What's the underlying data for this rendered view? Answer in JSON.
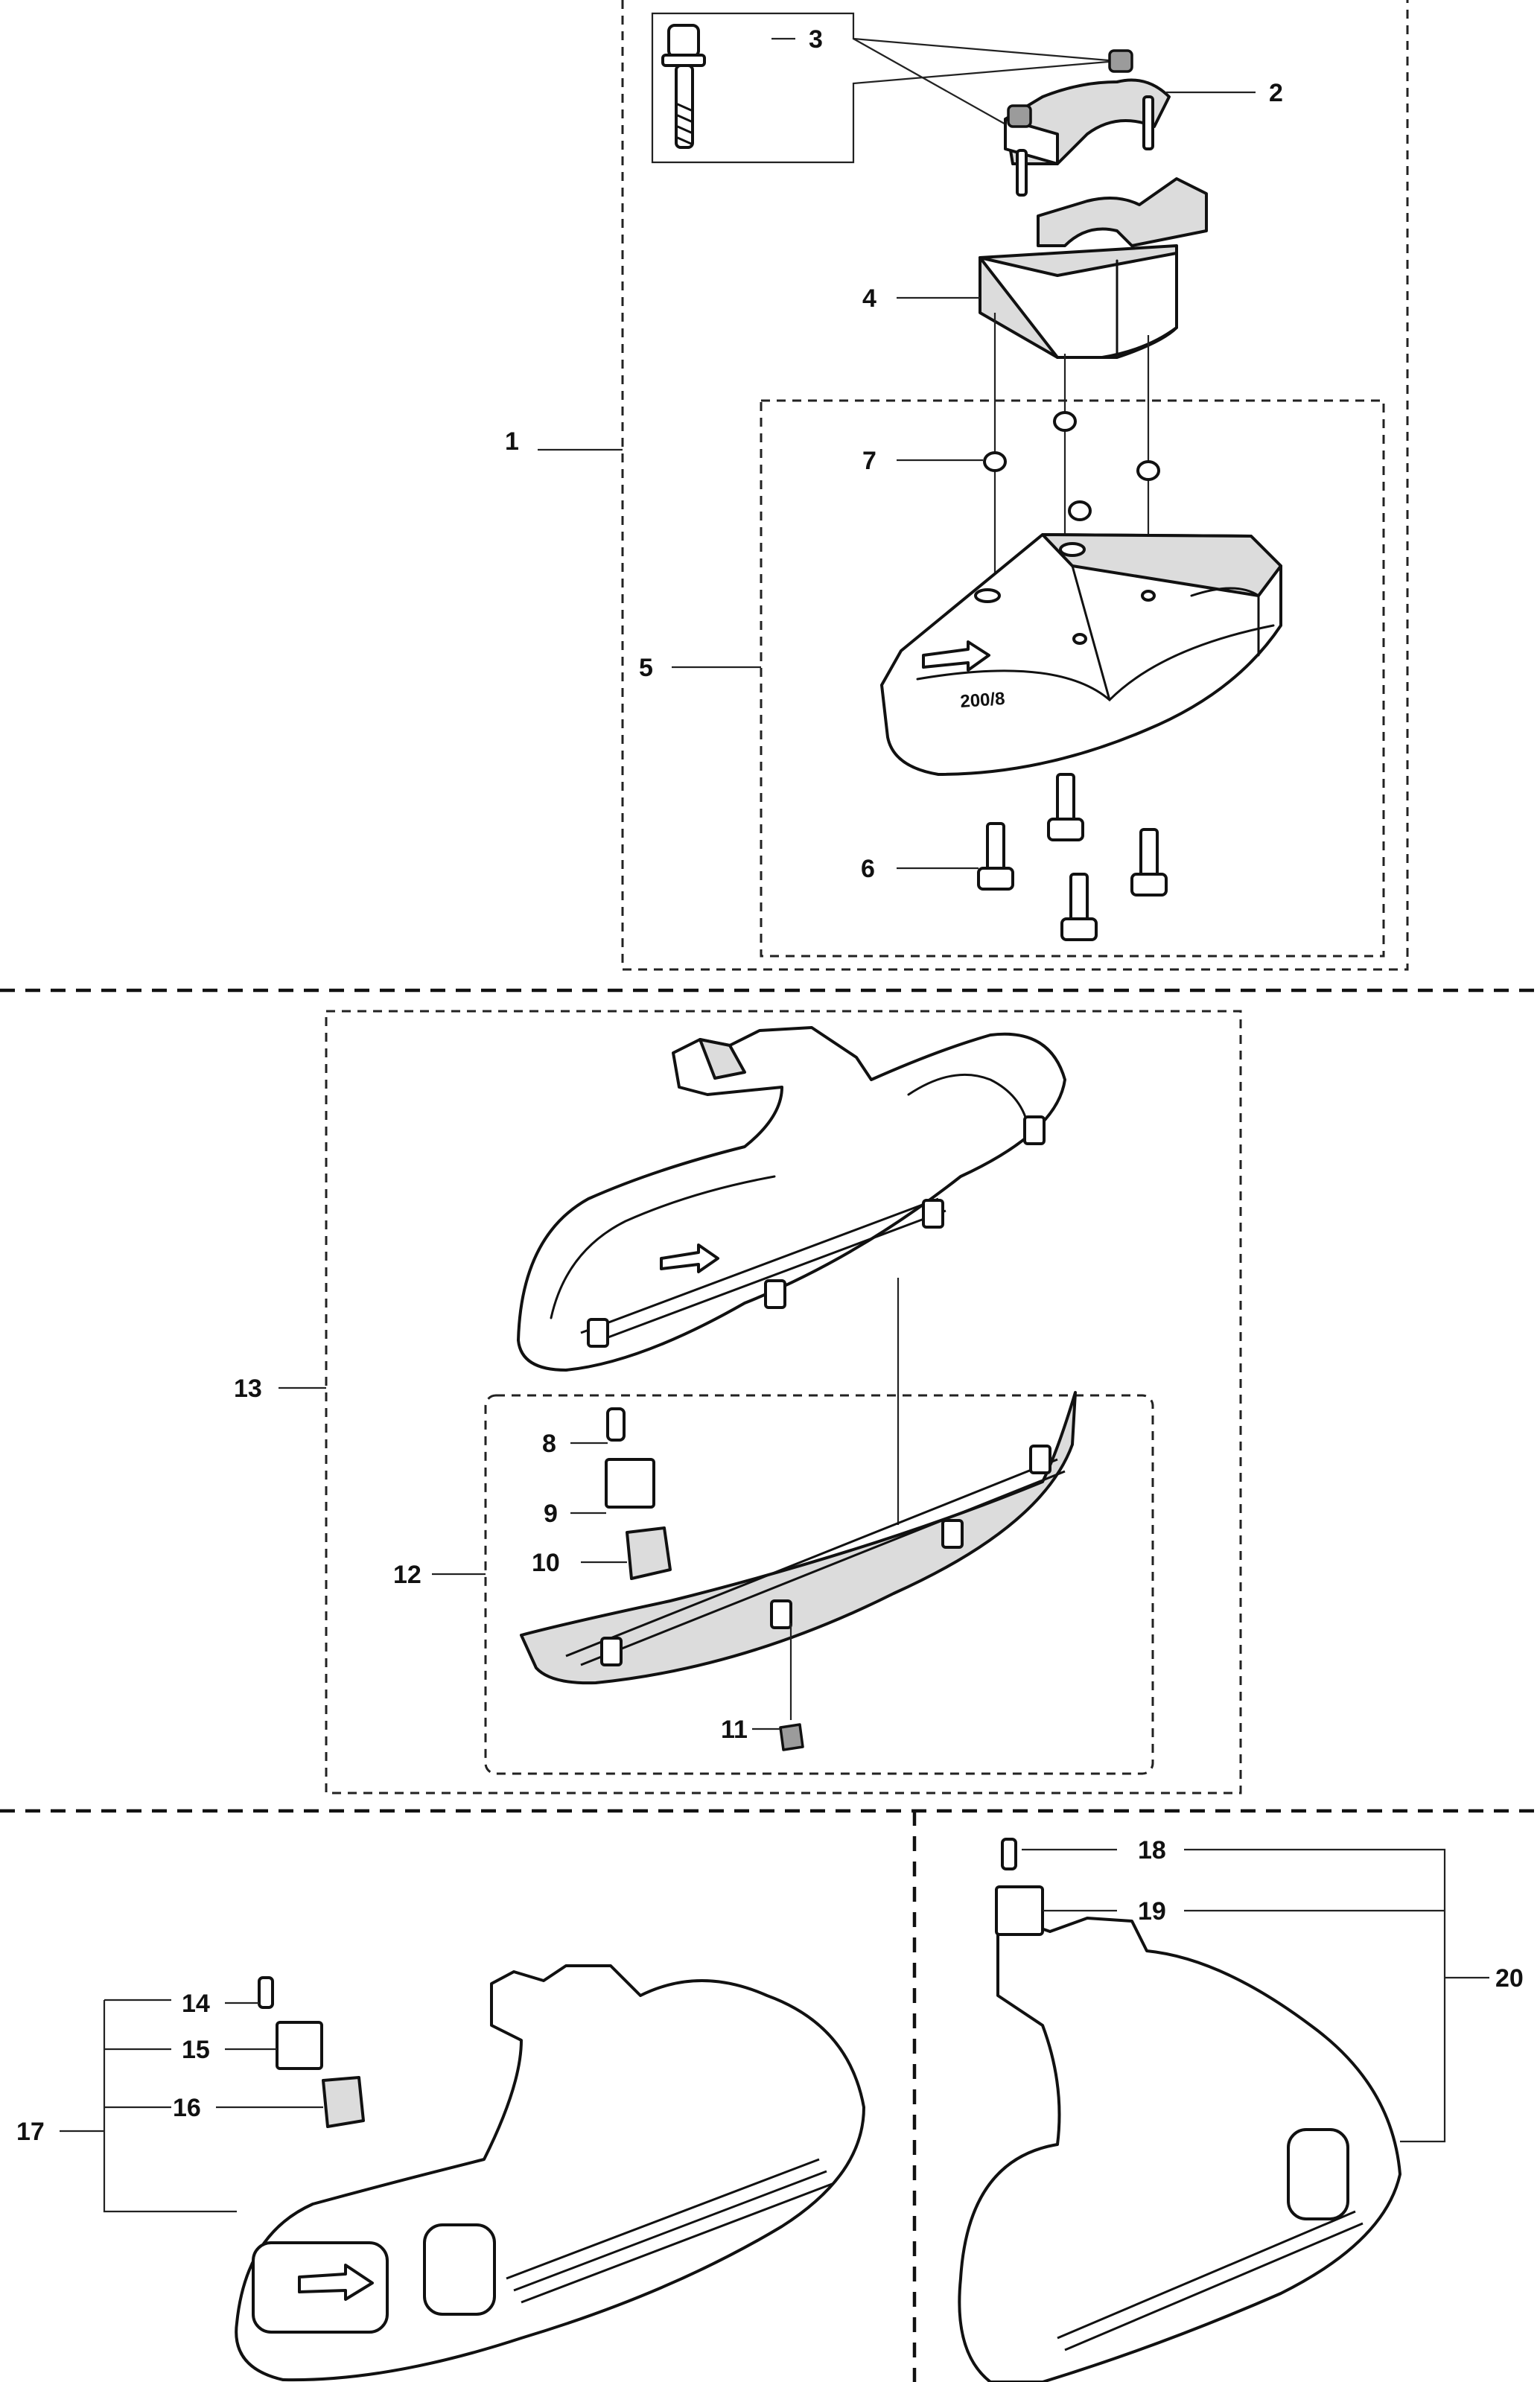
{
  "callouts": [
    "1",
    "2",
    "3",
    "4",
    "5",
    "6",
    "7",
    "8",
    "9",
    "10",
    "11",
    "12",
    "13",
    "14",
    "15",
    "16",
    "17",
    "18",
    "19",
    "20"
  ],
  "guard_marking": "200/8",
  "icons": [
    "direction-arrow-icon"
  ]
}
